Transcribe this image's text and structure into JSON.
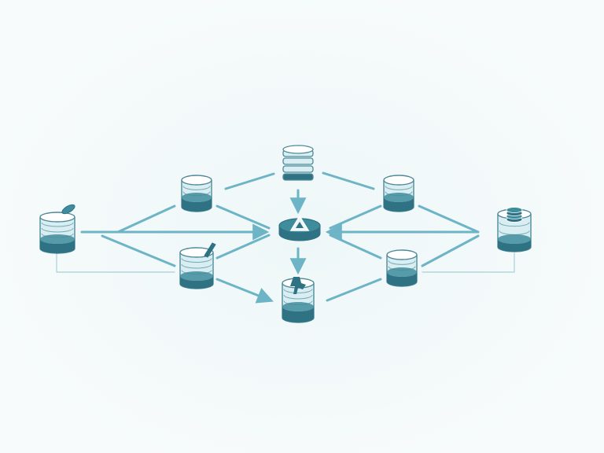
{
  "colors": {
    "background": "#f7fbfb",
    "connector": "#6db4c6",
    "connector_light": "#a9cfd8",
    "node_dark": "#2e7283",
    "node_mid": "#3f8c9c",
    "node_light": "#d8eef2",
    "node_outline": "#4f8a98"
  },
  "diagram": {
    "nodes": [
      {
        "id": "left-source",
        "kind": "database-with-disc",
        "icon": "database-icon"
      },
      {
        "id": "upper-left",
        "kind": "database",
        "icon": "database-icon"
      },
      {
        "id": "lower-left",
        "kind": "database-with-pen",
        "icon": "database-icon"
      },
      {
        "id": "top-center",
        "kind": "server-stack",
        "icon": "server-stack-icon"
      },
      {
        "id": "central-hub",
        "kind": "hub-with-warning",
        "icon": "warning-hub-icon"
      },
      {
        "id": "bottom-center",
        "kind": "database-with-figure",
        "icon": "database-icon"
      },
      {
        "id": "upper-right",
        "kind": "database",
        "icon": "database-icon"
      },
      {
        "id": "lower-right",
        "kind": "database",
        "icon": "database-icon"
      },
      {
        "id": "right-source",
        "kind": "database-with-coins",
        "icon": "database-icon"
      }
    ],
    "edges": [
      {
        "from": "left-source",
        "to": "central-hub",
        "arrow": true
      },
      {
        "from": "right-source",
        "to": "central-hub",
        "arrow": true
      },
      {
        "from": "top-center",
        "to": "central-hub",
        "arrow": true
      },
      {
        "from": "central-hub",
        "to": "bottom-center",
        "arrow": true
      },
      {
        "from": "upper-left",
        "to": "top-center",
        "arrow": false
      },
      {
        "from": "upper-right",
        "to": "top-center",
        "arrow": false
      },
      {
        "from": "left-source",
        "to": "upper-left",
        "arrow": false
      },
      {
        "from": "left-source",
        "to": "lower-left",
        "arrow": false
      },
      {
        "from": "upper-left",
        "to": "central-hub",
        "arrow": false
      },
      {
        "from": "lower-left",
        "to": "central-hub",
        "arrow": false
      },
      {
        "from": "upper-right",
        "to": "central-hub",
        "arrow": false
      },
      {
        "from": "lower-right",
        "to": "central-hub",
        "arrow": false
      },
      {
        "from": "right-source",
        "to": "upper-right",
        "arrow": false
      },
      {
        "from": "right-source",
        "to": "lower-right",
        "arrow": false
      },
      {
        "from": "lower-left",
        "to": "bottom-center",
        "arrow": true
      },
      {
        "from": "lower-right",
        "to": "bottom-center",
        "arrow": false
      },
      {
        "from": "left-source",
        "to": "lower-left",
        "arrow": false,
        "style": "thin-elbow"
      },
      {
        "from": "right-source",
        "to": "lower-right",
        "arrow": false,
        "style": "thin-elbow"
      }
    ]
  }
}
